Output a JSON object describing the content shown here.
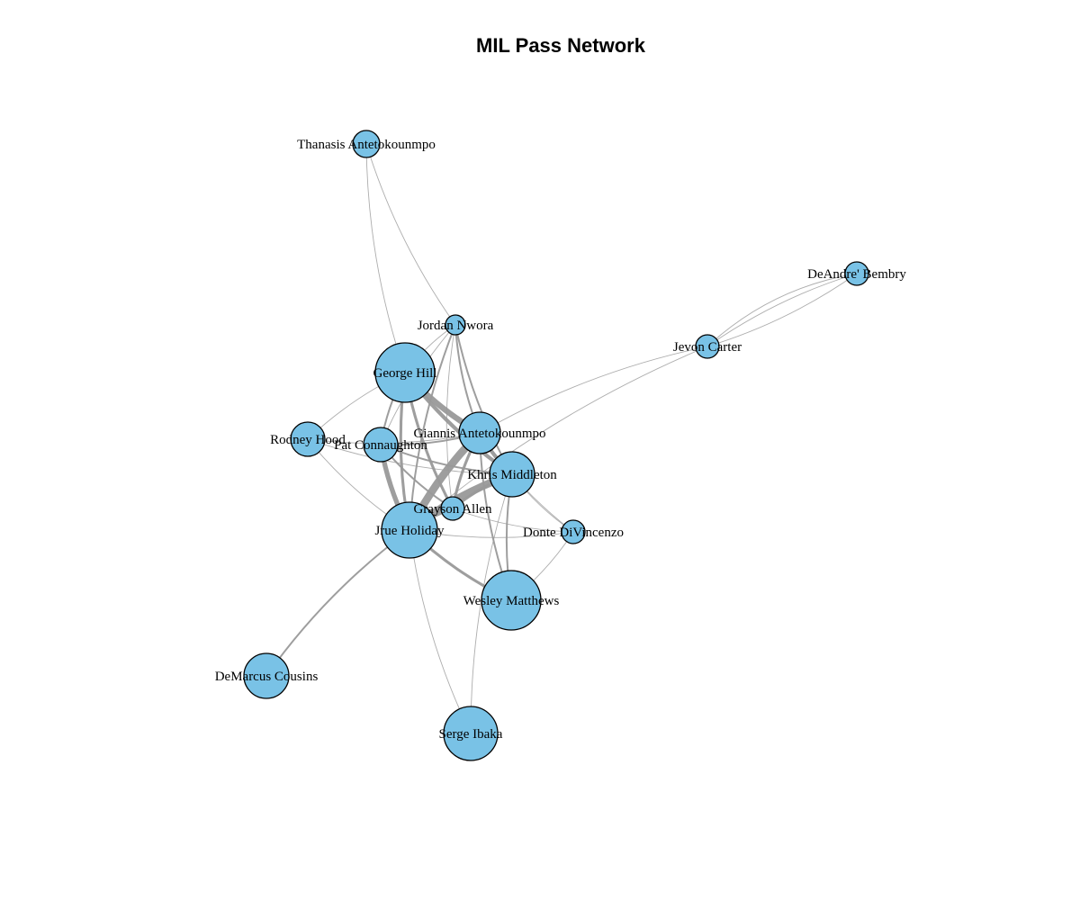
{
  "title": "MIL Pass Network",
  "node_fill": "#79C2E6",
  "node_stroke": "#000000",
  "edge_color": "#999999",
  "nodes": [
    {
      "id": "thanasis",
      "label": "Thanasis Antetokounmpo"
    },
    {
      "id": "bembry",
      "label": "DeAndre' Bembry"
    },
    {
      "id": "nwora",
      "label": "Jordan Nwora"
    },
    {
      "id": "carter",
      "label": "Jevon Carter"
    },
    {
      "id": "hill",
      "label": "George Hill"
    },
    {
      "id": "giannis",
      "label": "Giannis Antetokounmpo"
    },
    {
      "id": "hood",
      "label": "Rodney Hood"
    },
    {
      "id": "connaughton",
      "label": "Pat Connaughton"
    },
    {
      "id": "middleton",
      "label": "Khris Middleton"
    },
    {
      "id": "allen",
      "label": "Grayson Allen"
    },
    {
      "id": "holiday",
      "label": "Jrue Holiday"
    },
    {
      "id": "divincenzo",
      "label": "Donte DiVincenzo"
    },
    {
      "id": "matthews",
      "label": "Wesley Matthews"
    },
    {
      "id": "cousins",
      "label": "DeMarcus Cousins"
    },
    {
      "id": "ibaka",
      "label": "Serge Ibaka"
    }
  ],
  "edges": [
    {
      "source": "thanasis",
      "target": "hill",
      "weight": 1
    },
    {
      "source": "thanasis",
      "target": "nwora",
      "weight": 1
    },
    {
      "source": "bembry",
      "target": "carter",
      "weight": 1
    },
    {
      "source": "bembry",
      "target": "carter",
      "weight": 1
    },
    {
      "source": "bembry",
      "target": "carter",
      "weight": 1
    },
    {
      "source": "carter",
      "target": "giannis",
      "weight": 1
    },
    {
      "source": "carter",
      "target": "holiday",
      "weight": 1
    },
    {
      "source": "nwora",
      "target": "hill",
      "weight": 1
    },
    {
      "source": "nwora",
      "target": "giannis",
      "weight": 2
    },
    {
      "source": "nwora",
      "target": "middleton",
      "weight": 2
    },
    {
      "source": "nwora",
      "target": "holiday",
      "weight": 2
    },
    {
      "source": "nwora",
      "target": "allen",
      "weight": 1
    },
    {
      "source": "nwora",
      "target": "connaughton",
      "weight": 1
    },
    {
      "source": "hill",
      "target": "giannis",
      "weight": 6
    },
    {
      "source": "hill",
      "target": "middleton",
      "weight": 4
    },
    {
      "source": "hill",
      "target": "holiday",
      "weight": 3
    },
    {
      "source": "hill",
      "target": "allen",
      "weight": 3
    },
    {
      "source": "hill",
      "target": "connaughton",
      "weight": 2
    },
    {
      "source": "hill",
      "target": "hood",
      "weight": 1
    },
    {
      "source": "hood",
      "target": "giannis",
      "weight": 1
    },
    {
      "source": "hood",
      "target": "holiday",
      "weight": 1
    },
    {
      "source": "hood",
      "target": "middleton",
      "weight": 1
    },
    {
      "source": "connaughton",
      "target": "giannis",
      "weight": 2
    },
    {
      "source": "connaughton",
      "target": "middleton",
      "weight": 2
    },
    {
      "source": "connaughton",
      "target": "holiday",
      "weight": 5
    },
    {
      "source": "connaughton",
      "target": "allen",
      "weight": 2
    },
    {
      "source": "giannis",
      "target": "middleton",
      "weight": 4
    },
    {
      "source": "giannis",
      "target": "holiday",
      "weight": 8
    },
    {
      "source": "giannis",
      "target": "allen",
      "weight": 3
    },
    {
      "source": "giannis",
      "target": "divincenzo",
      "weight": 1
    },
    {
      "source": "giannis",
      "target": "matthews",
      "weight": 2
    },
    {
      "source": "middleton",
      "target": "holiday",
      "weight": 8
    },
    {
      "source": "middleton",
      "target": "allen",
      "weight": 3
    },
    {
      "source": "middleton",
      "target": "divincenzo",
      "weight": 1
    },
    {
      "source": "middleton",
      "target": "matthews",
      "weight": 2
    },
    {
      "source": "middleton",
      "target": "ibaka",
      "weight": 1
    },
    {
      "source": "allen",
      "target": "holiday",
      "weight": 4
    },
    {
      "source": "allen",
      "target": "divincenzo",
      "weight": 1
    },
    {
      "source": "holiday",
      "target": "divincenzo",
      "weight": 1
    },
    {
      "source": "holiday",
      "target": "matthews",
      "weight": 3
    },
    {
      "source": "holiday",
      "target": "cousins",
      "weight": 2
    },
    {
      "source": "holiday",
      "target": "ibaka",
      "weight": 1
    },
    {
      "source": "matthews",
      "target": "divincenzo",
      "weight": 1
    }
  ]
}
